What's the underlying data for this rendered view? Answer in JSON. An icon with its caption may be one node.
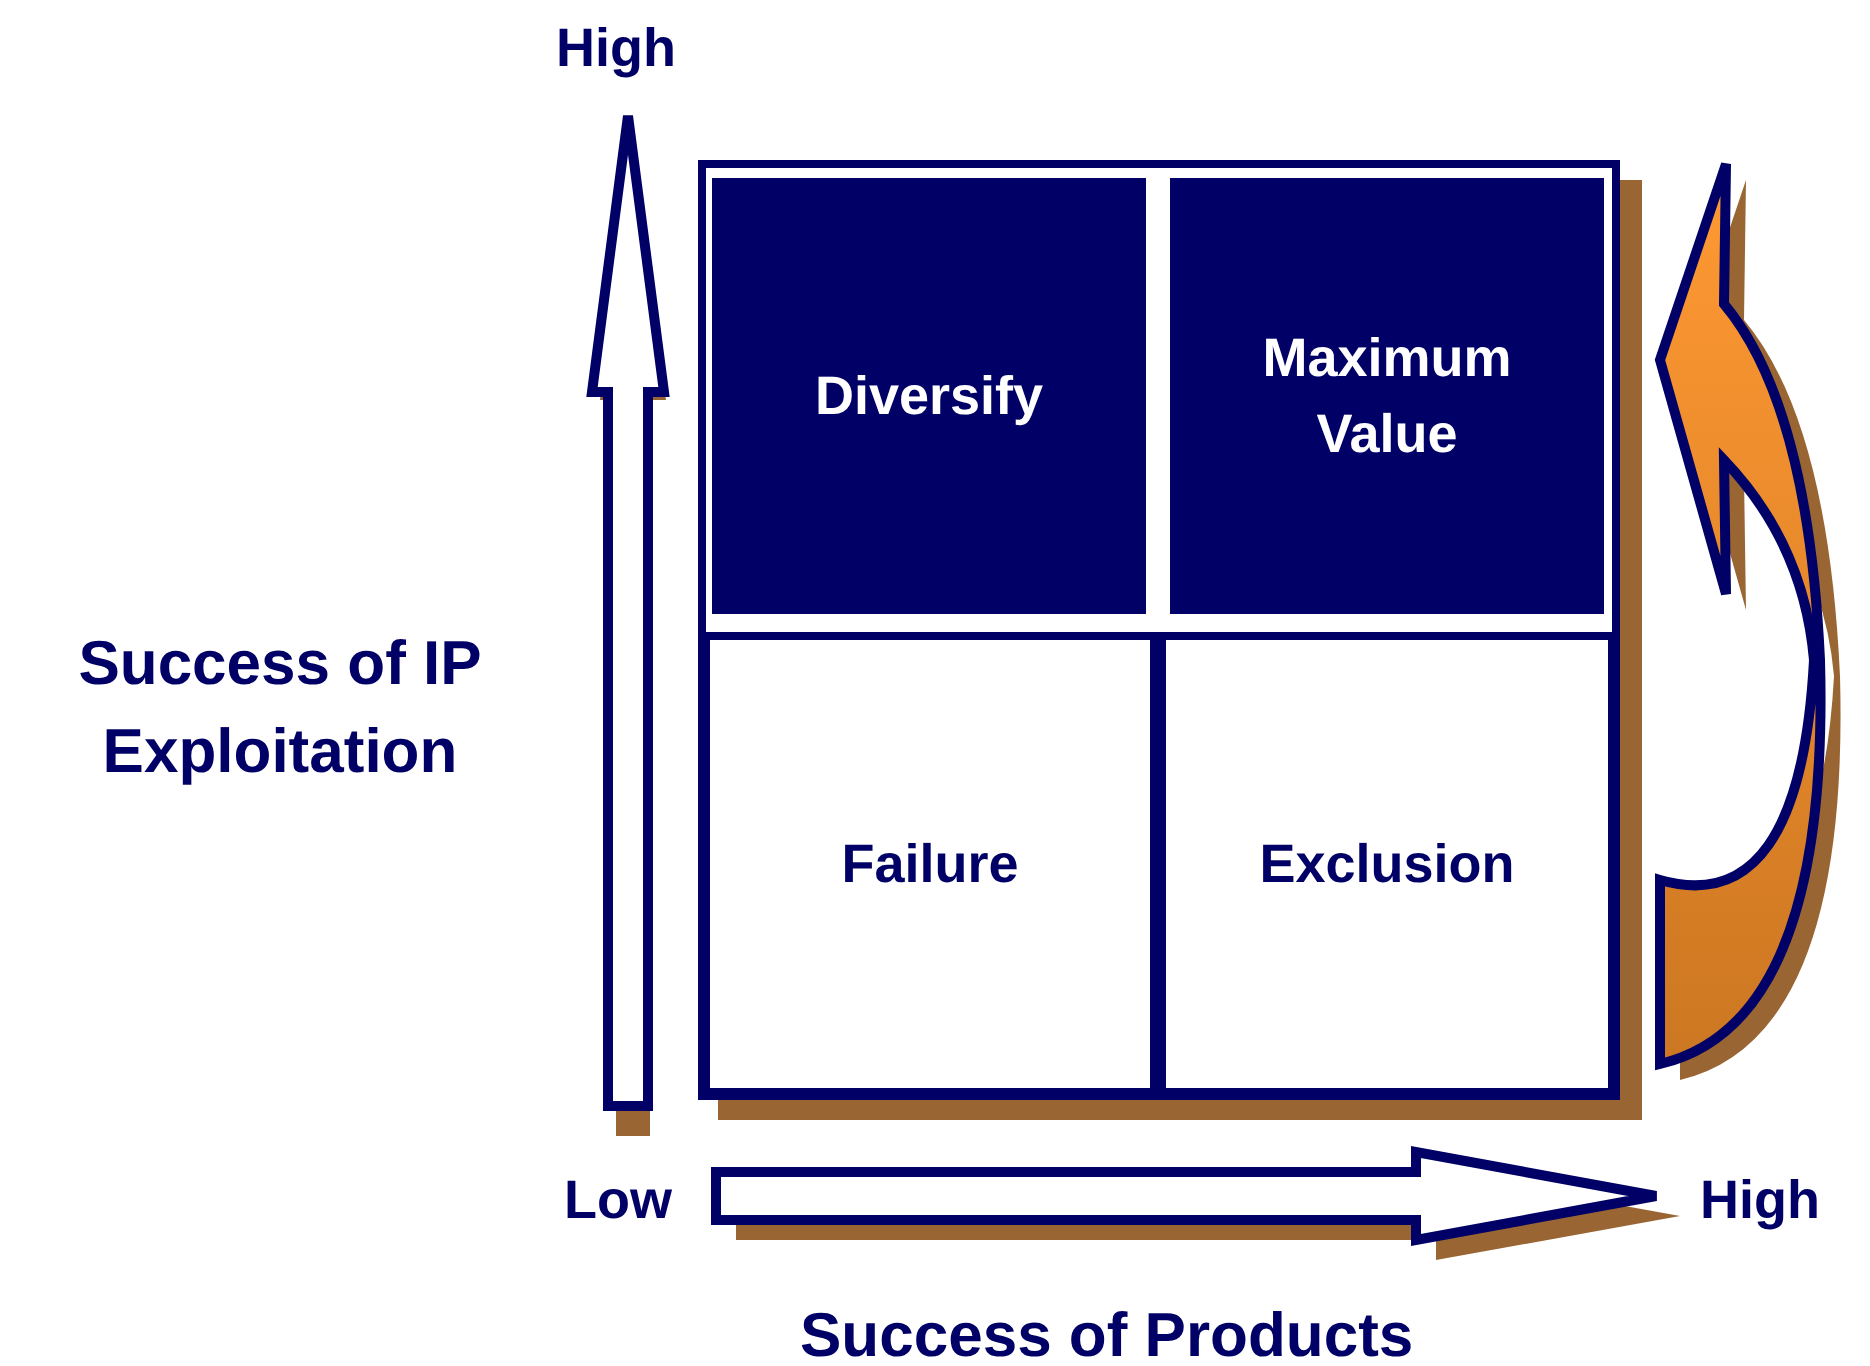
{
  "diagram": {
    "nodes": [
      {
        "text": [
          "Diversify"
        ]
      },
      {
        "text": [
          "Maximum Value"
        ]
      },
      {
        "text": [
          "Failure"
        ]
      },
      {
        "text": [
          "Exclusion"
        ]
      }
    ],
    "edges": [
      {
        "from": 3,
        "to": 1,
        "arrow": "to",
        "style": "thick",
        "color": "#ff9933"
      }
    ],
    "labels": [
      "High",
      "Success of IP Exploitation",
      "Low",
      "High",
      "Success of Products"
    ]
  }
}
